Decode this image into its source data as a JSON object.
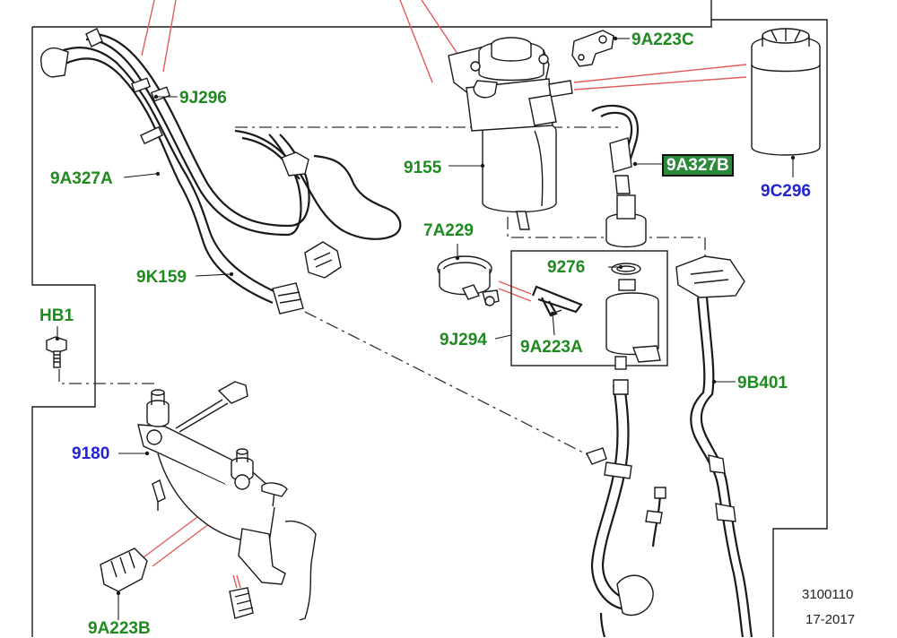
{
  "labels": {
    "l_9a223c": "9A223C",
    "l_9j296": "9J296",
    "l_9a327a": "9A327A",
    "l_9155": "9155",
    "l_9a327b": "9A327B",
    "l_9c296": "9C296",
    "l_7a229": "7A229",
    "l_9276": "9276",
    "l_9k159": "9K159",
    "l_hb1": "HB1",
    "l_9j294": "9J294",
    "l_9a223a": "9A223A",
    "l_9b401": "9B401",
    "l_9180": "9180",
    "l_9a223b": "9A223B"
  },
  "drawing": {
    "number": "3100110",
    "date": "17-2017"
  },
  "colors": {
    "label_green": "#1f8a1f",
    "label_blue": "#2323d6",
    "highlight_box": "#2a8a3a",
    "leader_red": "#e05a5a"
  }
}
